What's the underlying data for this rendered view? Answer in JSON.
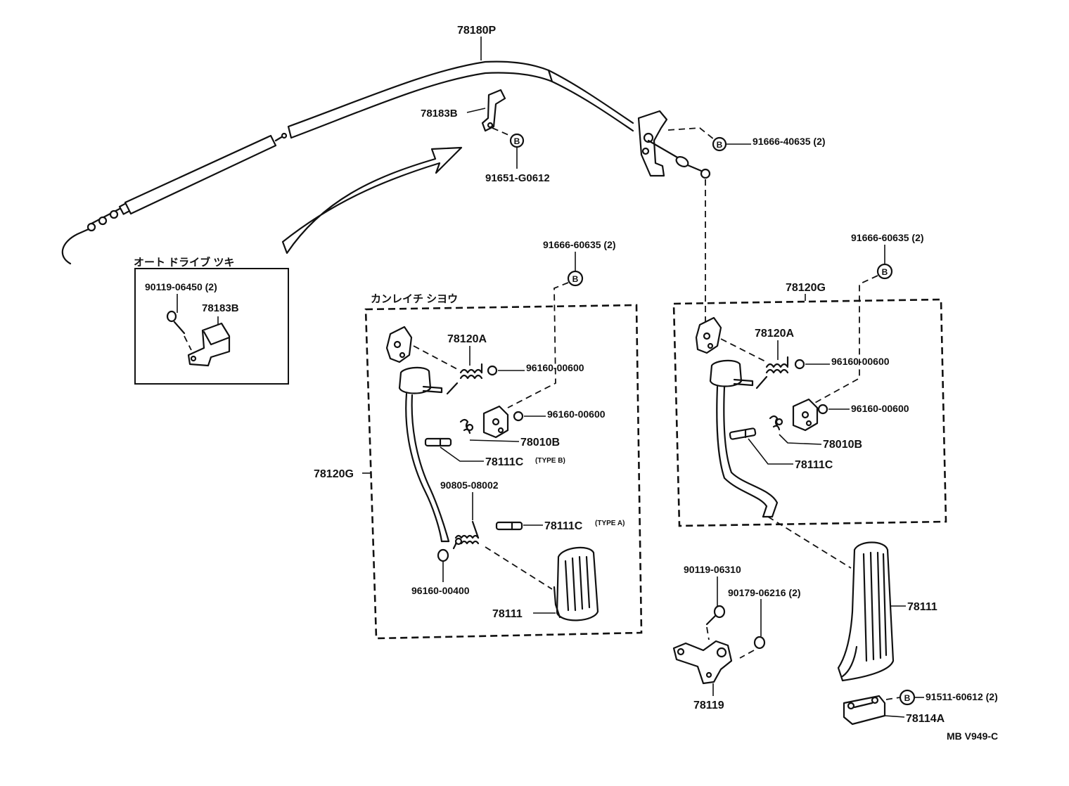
{
  "labels": {
    "cable": "78180P",
    "bracket_top": "78183B",
    "bolt_top": "91651-G0612",
    "bolt_b_right": "91666-40635 (2)",
    "inset_title": "オート ドライブ ツキ",
    "inset_bolt": "90119-06450 (2)",
    "inset_bracket": "78183B",
    "left_box_title": "カンレイチ シヨウ",
    "left_bolt_b": "91666-60635 (2)",
    "left_spring": "78120A",
    "left_clip_1": "96160-00600",
    "left_clip_2": "96160-00600",
    "left_bracket": "78010B",
    "left_bush_b": "78111C",
    "left_bush_b_type": "(TYPE B)",
    "left_assy": "78120G",
    "left_return_spring": "90805-08002",
    "left_bush_a": "78111C",
    "left_bush_a_type": "(TYPE A)",
    "left_clip_3": "96160-00400",
    "left_pad": "78111",
    "right_bolt_b": "91666-60635 (2)",
    "right_assy": "78120G",
    "right_spring": "78120A",
    "right_clip_1": "96160-00600",
    "right_clip_2": "96160-00600",
    "right_bracket": "78010B",
    "right_bush": "78111C",
    "stop_bolt": "90119-06310",
    "stop_nut": "90179-06216 (2)",
    "stopper_bracket": "78119",
    "right_pad": "78111",
    "hinge_bolt": "91511-60612 (2)",
    "hinge_bracket": "78114A",
    "diagram_code": "MB V949-C"
  },
  "circle_markers": [
    "B",
    "B",
    "B",
    "B",
    "B"
  ]
}
